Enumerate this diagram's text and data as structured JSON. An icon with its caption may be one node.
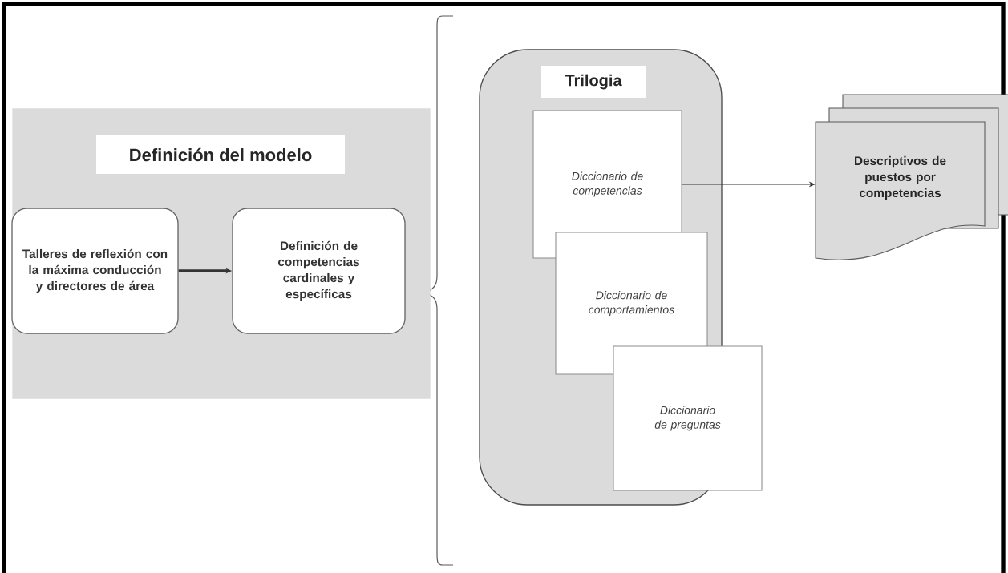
{
  "diagram": {
    "nodes": [
      {
        "text": [
          "Definición del modelo"
        ]
      },
      {
        "text": [
          "Talleres de reflexión con la máxima conducción y directores de área"
        ],
        "in": 0
      },
      {
        "text": [
          "Definición de competencias cardinales y específicas"
        ],
        "in": 0
      },
      {
        "text": [
          "Trilogia"
        ]
      },
      {
        "text": [
          "Diccionario de competencias"
        ],
        "in": 3
      },
      {
        "text": [
          "Diccionario de comportamientos"
        ],
        "in": 3
      },
      {
        "text": [
          "Diccionario de preguntas"
        ]
      },
      {
        "text": [
          "Descriptivos de puestos por competencias"
        ]
      }
    ],
    "edges": [
      {
        "from": 1,
        "to": 2,
        "arrow": "to",
        "style": "thick"
      },
      {
        "from": 4,
        "to": 7,
        "arrow": "to"
      }
    ]
  }
}
